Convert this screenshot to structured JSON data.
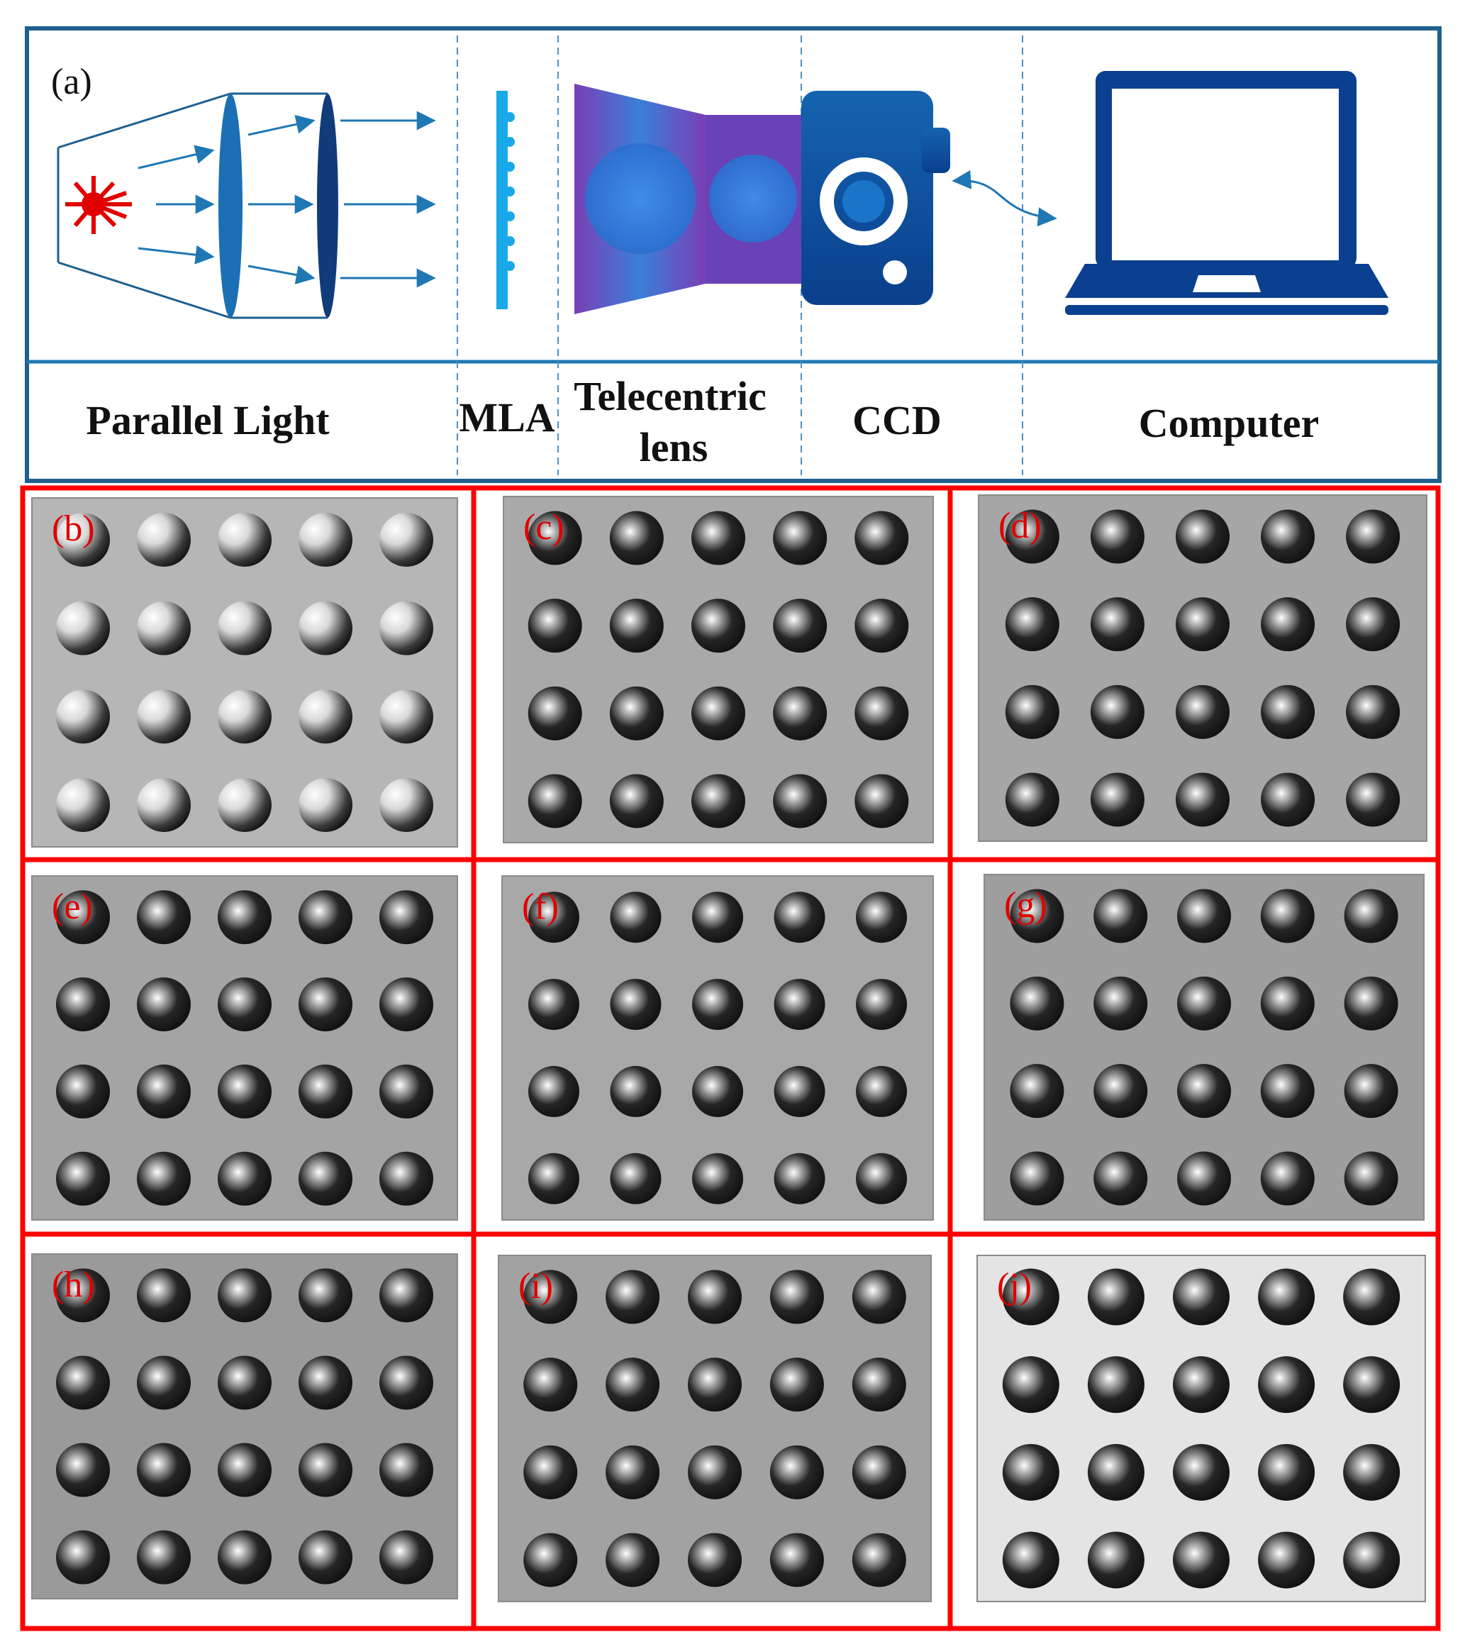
{
  "setup": {
    "panel_label": "(a)",
    "labels": {
      "parallel_light": "Parallel Light",
      "mla": "MLA",
      "telecentric_line1": "Telecentric",
      "telecentric_line2": "lens",
      "ccd": "CCD",
      "computer": "Computer"
    },
    "colors": {
      "frame": "#1f5f8f",
      "ray": "#1f78b4",
      "light_source": "#e00000"
    }
  },
  "micrographs": {
    "grid_color": "#ff0000",
    "label_color": "#e00000",
    "panels": [
      {
        "label": "(b)"
      },
      {
        "label": "(c)"
      },
      {
        "label": "(d)"
      },
      {
        "label": "(e)"
      },
      {
        "label": "(f)"
      },
      {
        "label": "(g)"
      },
      {
        "label": "(h)"
      },
      {
        "label": "(i)"
      },
      {
        "label": "(j)"
      }
    ]
  }
}
